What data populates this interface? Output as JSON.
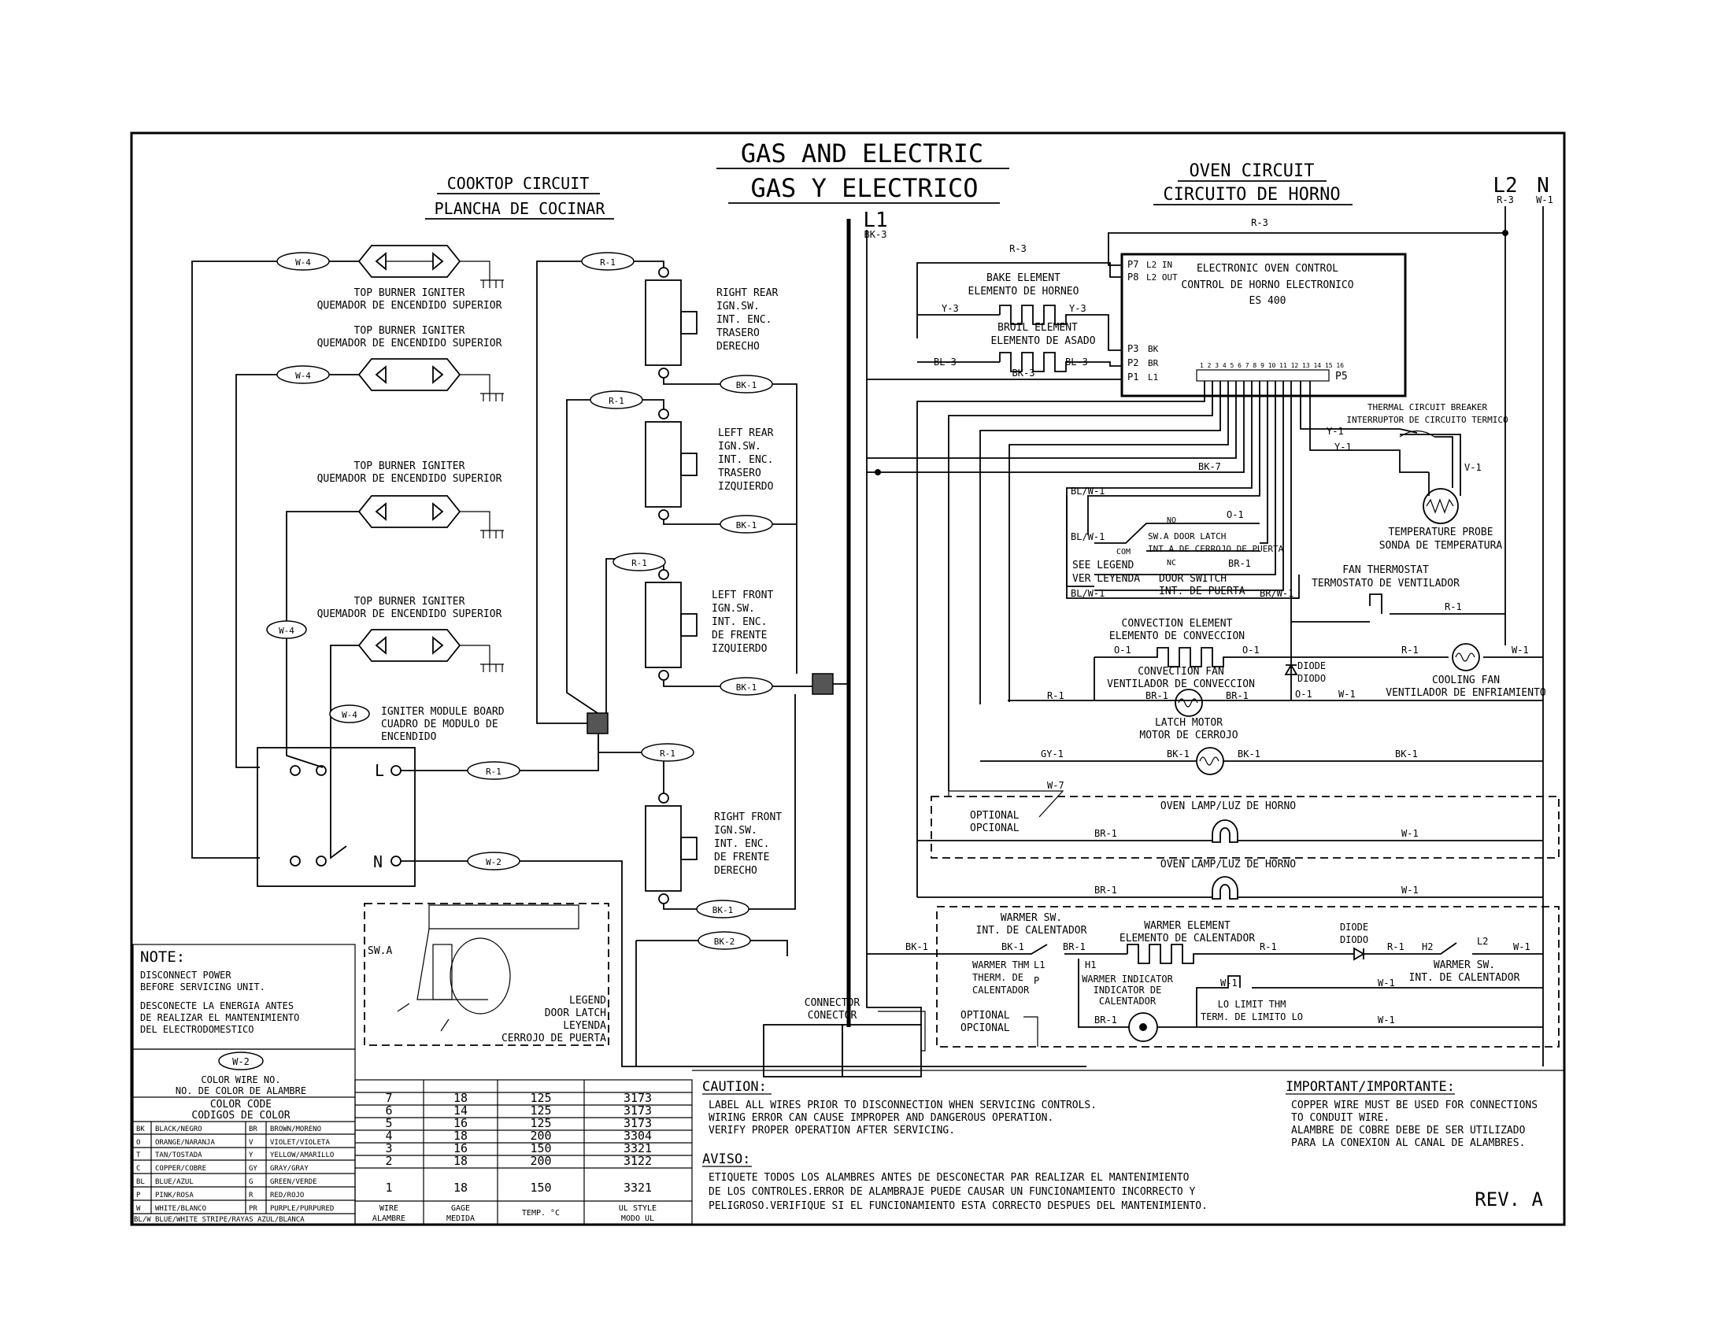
{
  "title": {
    "line1": "GAS AND ELECTRIC",
    "line2": "GAS Y ELECTRICO"
  },
  "rev": "REV. A",
  "cooktop": {
    "title1": "COOKTOP CIRCUIT",
    "title2": "PLANCHA DE COCINAR",
    "igniter_en": "TOP BURNER IGNITER",
    "igniter_es": "QUEMADOR DE ENCENDIDO SUPERIOR",
    "module": [
      "IGNITER MODULE BOARD",
      "CUADRO DE MODULO DE",
      "ENCENDIDO"
    ],
    "switches": [
      [
        "RIGHT REAR",
        "IGN.SW.",
        "INT. ENC.",
        "TRASERO",
        "DERECHO"
      ],
      [
        "LEFT REAR",
        "IGN.SW.",
        "INT. ENC.",
        "TRASERO",
        "IZQUIERDO"
      ],
      [
        "LEFT FRONT",
        "IGN.SW.",
        "INT. ENC.",
        "DE FRENTE",
        "IZQUIERDO"
      ],
      [
        "RIGHT FRONT",
        "IGN.SW.",
        "INT. ENC.",
        "DE FRENTE",
        "DERECHO"
      ]
    ],
    "L": "L",
    "N": "N",
    "legend": [
      "LEGEND",
      "DOOR LATCH",
      "LEYENDA",
      "CERROJO DE PUERTA"
    ],
    "swa": "SW.A"
  },
  "oven": {
    "title1": "OVEN CIRCUIT",
    "title2": "CIRCUITO DE HORNO",
    "control": [
      "ELECTRONIC OVEN CONTROL",
      "CONTROL DE HORNO ELECTRONICO",
      "ES 400"
    ],
    "pins": {
      "p7": "P7",
      "p7l": "L2 IN",
      "p8": "P8",
      "p8l": "L2 OUT",
      "p3": "P3",
      "p3l": "BK",
      "p2": "P2",
      "p2l": "BR",
      "p1": "P1",
      "p1l": "L1",
      "p5": "P5",
      "nums": "1 2 3 4 5 6 7 8 9 10 11 12 13 14 15 16"
    },
    "bake": [
      "BAKE ELEMENT",
      "ELEMENTO DE HORNEO"
    ],
    "broil": [
      "BROIL ELEMENT",
      "ELEMENTO DE ASADO"
    ],
    "thermal": [
      "THERMAL CIRCUIT BREAKER",
      "INTERRUPTOR DE CIRCUITO TERMICO"
    ],
    "probe": [
      "TEMPERATURE PROBE",
      "SONDA DE TEMPERATURA"
    ],
    "door": [
      "SW.A DOOR LATCH",
      "INT.A DE CERROJO DE PUERTA"
    ],
    "see_legend": [
      "SEE LEGEND",
      "VER LEYENDA"
    ],
    "door_switch": [
      "DOOR SWITCH",
      "INT. DE PUERTA"
    ],
    "fan_thermo": [
      "FAN THERMOSTAT",
      "TERMOSTATO DE VENTILADOR"
    ],
    "convection_el": [
      "CONVECTION ELEMENT",
      "ELEMENTO DE CONVECCION"
    ],
    "convection_fan": [
      "CONVECTION FAN",
      "VENTILADOR DE CONVECCION"
    ],
    "diode": [
      "DIODE",
      "DIODO"
    ],
    "cooling_fan": [
      "COOLING FAN",
      "VENTILADOR DE ENFRIAMIENTO"
    ],
    "latch_motor": [
      "LATCH MOTOR",
      "MOTOR DE CERROJO"
    ],
    "optional": [
      "OPTIONAL",
      "OPCIONAL"
    ],
    "oven_lamp": "OVEN LAMP/LUZ DE HORNO",
    "warmer_sw": [
      "WARMER SW.",
      "INT. DE CALENTADOR"
    ],
    "warmer_el": [
      "WARMER ELEMENT",
      "ELEMENTO DE CALENTADOR"
    ],
    "warmer_thm": [
      "WARMER THM",
      "THERM. DE",
      "CALENTADOR"
    ],
    "warmer_ind": [
      "WARMER INDICATOR",
      "INDICATOR DE",
      "CALENTADOR"
    ],
    "lo_limit": [
      "LO LIMIT THM",
      "TERM. DE LIMITO LO"
    ],
    "warmer_sw2": [
      "WARMER SW.",
      "INT. DE CALENTADOR"
    ],
    "connector": [
      "CONNECTOR",
      "CONECTOR"
    ],
    "pins_small": {
      "L1": "L1",
      "P": "P",
      "H1": "H1",
      "H2": "H2",
      "L2": "L2",
      "NO": "NO",
      "NC": "NC",
      "COM": "COM"
    }
  },
  "wires": {
    "W4": "W-4",
    "R1": "R-1",
    "BK1": "BK-1",
    "BK2": "BK-2",
    "W2": "W-2",
    "R3": "R-3",
    "BK3": "BK-3",
    "Y3": "Y-3",
    "BL3": "BL-3",
    "BK7": "BK-7",
    "BLW1": "BL/W-1",
    "O1": "O-1",
    "BR1": "BR-1",
    "BRW1": "BR/W-1",
    "Y1": "Y-1",
    "V1": "V-1",
    "W1": "W-1",
    "GY1": "GY-1",
    "W7": "W-7"
  },
  "lines": {
    "L1": "L1",
    "L2": "L2",
    "N": "N",
    "L1sub": "BK-3",
    "L2sub": "R-3",
    "Nsub": "W-1"
  },
  "note": {
    "title": "NOTE:",
    "lines": [
      "DISCONNECT POWER",
      "BEFORE SERVICING UNIT.",
      "",
      "DESCONECTE LA ENERGIA ANTES",
      "DE REALIZAR EL MANTENIMIENTO",
      "DEL ELECTRODOMESTICO"
    ]
  },
  "color_code": {
    "sample": "W-2",
    "wire_no": [
      "COLOR WIRE NO.",
      "NO. DE COLOR DE ALAMBRE"
    ],
    "title": [
      "COLOR CODE",
      "CODIGOS DE COLOR"
    ],
    "rows": [
      [
        "BK",
        "BLACK/NEGRO",
        "BR",
        "BROWN/MORENO"
      ],
      [
        "O",
        "ORANGE/NARANJA",
        "V",
        "VIOLET/VIOLETA"
      ],
      [
        "T",
        "TAN/TOSTADA",
        "Y",
        "YELLOW/AMARILLO"
      ],
      [
        "C",
        "COPPER/COBRE",
        "GY",
        "GRAY/GRAY"
      ],
      [
        "BL",
        "BLUE/AZUL",
        "G",
        "GREEN/VERDE"
      ],
      [
        "P",
        "PINK/ROSA",
        "R",
        "RED/ROJO"
      ],
      [
        "W",
        "WHITE/BLANCO",
        "PR",
        "PURPLE/PURPURED"
      ]
    ],
    "last": [
      "BL/W",
      "BLUE/WHITE STRIPE/RAYAS AZUL/BLANCA"
    ]
  },
  "wire_table": {
    "rows": [
      [
        "7",
        "18",
        "125",
        "3173"
      ],
      [
        "6",
        "14",
        "125",
        "3173"
      ],
      [
        "5",
        "16",
        "125",
        "3173"
      ],
      [
        "4",
        "18",
        "200",
        "3304"
      ],
      [
        "3",
        "16",
        "150",
        "3321"
      ],
      [
        "2",
        "18",
        "200",
        "3122"
      ],
      [
        "1",
        "18",
        "150",
        "3321"
      ]
    ],
    "headers": [
      [
        "WIRE",
        "ALAMBRE"
      ],
      [
        "GAGE",
        "MEDIDA"
      ],
      [
        "TEMP. °C",
        ""
      ],
      [
        "UL STYLE",
        "MODO UL"
      ]
    ]
  },
  "caution": {
    "title": "CAUTION:",
    "lines": [
      "LABEL ALL WIRES PRIOR TO DISCONNECTION WHEN SERVICING CONTROLS.",
      "WIRING ERROR CAN CAUSE IMPROPER AND DANGEROUS OPERATION.",
      "VERIFY PROPER OPERATION AFTER SERVICING."
    ],
    "aviso_title": "AVISO:",
    "aviso": [
      "ETIQUETE TODOS LOS ALAMBRES ANTES DE DESCONECTAR PAR REALIZAR EL MANTENIMIENTO",
      "DE LOS CONTROLES.ERROR DE ALAMBRAJE PUEDE CAUSAR UN FUNCIONAMIENTO INCORRECTO Y",
      "PELIGROSO.VERIFIQUE SI EL FUNCIONAMIENTO ESTA CORRECTO DESPUES DEL MANTENIMIENTO."
    ]
  },
  "important": {
    "title": "IMPORTANT/IMPORTANTE:",
    "lines": [
      "COPPER WIRE MUST BE USED FOR CONNECTIONS",
      "TO CONDUIT WIRE.",
      "ALAMBRE DE COBRE DEBE DE SER UTILIZADO",
      "PARA LA CONEXION AL CANAL DE ALAMBRES."
    ]
  }
}
